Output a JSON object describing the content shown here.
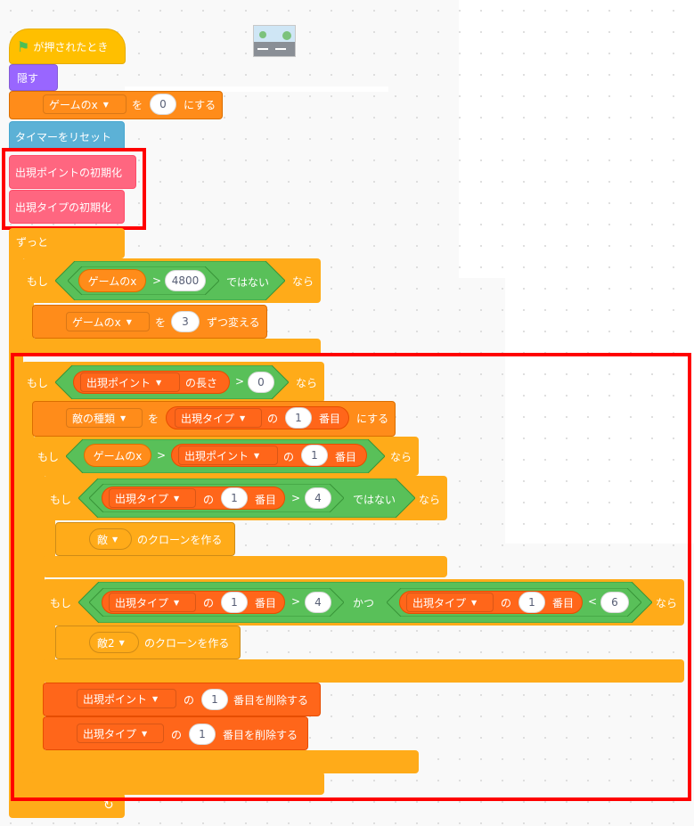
{
  "hat": {
    "flag_text": "が押されたとき"
  },
  "looks_hide": "隠す",
  "set_x": {
    "var": "ゲームのx",
    "wo": "を",
    "value": "0",
    "suffix": "にする"
  },
  "reset_timer": "タイマーをリセット",
  "init_points": "出現ポイントの初期化",
  "init_types": "出現タイプの初期化",
  "forever": "ずっと",
  "if1": {
    "kw": "もし",
    "var": "ゲームのx",
    "gt": ">",
    "value": "4800",
    "not": "ではない",
    "then": "なら"
  },
  "change_x": {
    "var": "ゲームのx",
    "wo": "を",
    "value": "3",
    "suffix": "ずつ変える"
  },
  "if2": {
    "kw": "もし",
    "list": "出現ポイント",
    "len": "の長さ",
    "gt": ">",
    "value": "0",
    "then": "なら"
  },
  "set_enemy": {
    "var": "敵の種類",
    "wo": "を",
    "list": "出現タイプ",
    "no": "の",
    "index": "1",
    "item": "番目",
    "suffix": "にする"
  },
  "if3": {
    "kw": "もし",
    "var": "ゲームのx",
    "gt": ">",
    "list": "出現ポイント",
    "no": "の",
    "index": "1",
    "item": "番目",
    "then": "なら"
  },
  "if4": {
    "kw": "もし",
    "list": "出現タイプ",
    "no": "の",
    "index": "1",
    "item": "番目",
    "gt": ">",
    "value": "4",
    "not": "ではない",
    "then": "なら"
  },
  "clone1": {
    "target": "敵",
    "suffix": "のクローンを作る"
  },
  "if5": {
    "kw": "もし",
    "list": "出現タイプ",
    "no": "の",
    "index": "1",
    "item": "番目",
    "gt": ">",
    "value": "4",
    "and": "かつ",
    "list2": "出現タイプ",
    "no2": "の",
    "index2": "1",
    "item2": "番目",
    "lt": "<",
    "value2": "6",
    "then": "なら"
  },
  "clone2": {
    "target": "敵2",
    "suffix": "のクローンを作る"
  },
  "del1": {
    "list": "出現ポイント",
    "no": "の",
    "index": "1",
    "suffix": "番目を削除する"
  },
  "del2": {
    "list": "出現タイプ",
    "no": "の",
    "index": "1",
    "suffix": "番目を削除する"
  },
  "colors": {
    "events": "#ffbf00",
    "control": "#ffab19",
    "variables": "#ff8c1a",
    "lists": "#ff661a",
    "operators": "#59c059",
    "looks": "#9966ff",
    "sensing": "#5cb1d6",
    "myblocks": "#ff6680",
    "highlight": "#ff0000"
  }
}
